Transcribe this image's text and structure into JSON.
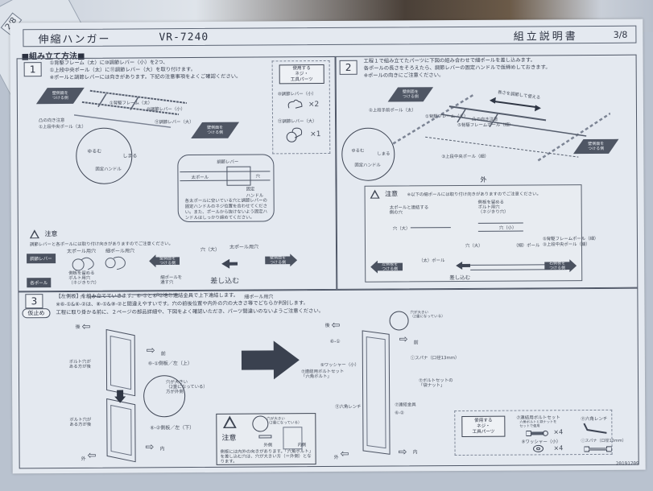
{
  "background": {
    "under_sheet_page": "2/8"
  },
  "header": {
    "product_name": "伸縮ハンガー",
    "model": "VR-7240",
    "doc_title": "組立説明書",
    "page": "3/8"
  },
  "section_title": "■組み立て方法■",
  "step1": {
    "number": "1",
    "instructions": [
      "①背駆フレーム（太）に⑩調節レバー（小）を2つ、",
      "①上段中央ポール（太）に⑪調節レバー（大）を取り付けます。",
      "※ポールと調節レバーには向きがあります。下記の注意事項をよくご確認ください。"
    ],
    "labels": {
      "wall_side_left": "壁側面を\nつける側",
      "wall_side_right": "壁側面を\nつける側",
      "frame": "①背駆フレーム（太）",
      "lever_small": "⑩調節レバー（小）",
      "lever_large": "⑪調節レバー（大）",
      "hole_note": "凸の向き注意",
      "center_pole": "①上段中央ポール（太）",
      "loosen": "ゆるむ",
      "tighten": "しまる",
      "handle": "固定ハンドル",
      "lever_top": "調節レバー",
      "thick_pole": "太ポール",
      "hole": "穴",
      "fix_handle": "固定\nハンドル",
      "detail_note": "各太ポールに空いている穴と調節レバーの固定ハンドルのネジ位置を合わせてください。また、ポールから抜けないよう固定ハンドルはしっかり締めてください。"
    },
    "parts": {
      "box_label": "使用する\nネジ・\n工具パーツ",
      "items": [
        {
          "name": "⑩調節レバー（小）",
          "qty": "×2"
        },
        {
          "name": "⑪調節レバー（大）",
          "qty": "×1"
        }
      ]
    },
    "caution": {
      "title": "注意",
      "text": "調節レバーと各ポールには取り付け向きがありますのでご注意ください。",
      "lever_chip": "調節レバー",
      "pole_chip": "各ポール",
      "thick_hole": "太ポール用穴",
      "thin_hole": "細ポール用穴",
      "hole_large": "穴（大）",
      "hole_small": "穴（小）",
      "thick_pole_hole": "太ポール用穴",
      "thin_pole_hole": "細ポール用穴",
      "insert": "差し込む",
      "bolt_hole_note": "側板を留める\nボルト用穴\n（ネジきり穴）",
      "thin_through": "細ポールを\n通す穴",
      "left_arrow": "壁側面を\nつける側",
      "right_arrow": "壁側面を\nつける側"
    }
  },
  "step2": {
    "number": "2",
    "instructions": [
      "工程１で組み立てたパーツに下図の組み合わせで細ポールを差し込みます。",
      "各ポールの長さをそろえたら、調節レバーの固定ハンドルで仮締めしておきます。",
      "※ポールの向きにご注意ください。"
    ],
    "labels": {
      "adjust_length": "長さを調節して使える",
      "top_front_pole": "②上段手前ポール（太）",
      "back_frame": "①背駆フレーム（太）",
      "back_frame_pole": "⑤背駆フレームポール（細）",
      "center_pole_thin": "③上段中央ポール（細）",
      "note_dir": "凸の向き注意",
      "loosen": "ゆるむ",
      "tighten": "しまる",
      "handle": "固定ハンドル",
      "outside": "外",
      "wall_left": "壁側面を\nつける側",
      "wall_right": "壁側面を\nつける側"
    },
    "caution": {
      "title": "注意",
      "text": "※以下の細ポールには取り付け向きがありますのでご注意ください。",
      "connect_hole": "太ポールと連結する\n側の穴",
      "bolt_hole": "側板を留める\nボルト用穴\n（ネジきり穴）",
      "hole_large": "穴（大）",
      "hole_small": "穴（小）",
      "hole_large2": "穴（大）",
      "thin_pole": "（細）ポール",
      "thick_pole": "（太）ポール",
      "pole_list": "⑤背駆フレームポール（細）\n③上段中央ポール（細）",
      "insert": "差し込む",
      "left_arrow": "左側板を\nつける側",
      "right_arrow": "右側板を\nつける側"
    }
  },
  "step3": {
    "number": "3",
    "tag": "仮止め",
    "instructions": [
      "【左側板】を組み立てていきます。⑥-①と⑥-②を⑦連結金具で上下連結します。",
      "※⑥-①&⑥-②は、⑧-①&⑧-②と間違えやすいです。穴の前後位置や内外の穴の大きさ等でどちらか判別します。",
      "工程に取り掛かる前に、２ページの部品詳細や、下図をよく確認いただき、パーツ間違いのないようご注意ください。"
    ],
    "left_diagram": {
      "back": "後",
      "front": "前",
      "inside": "内",
      "outside": "外",
      "upper_panel": "⑥-①側板／左（上）",
      "lower_panel": "⑥-②側板／左（下）",
      "bolt_back_top": "ボルト穴が\nある方が後",
      "bolt_back_bottom": "ボルト穴が\nある方が後",
      "big_hole_outer": "穴が大きい\n（2重になっている）\n方が外側"
    },
    "caution": {
      "title": "注意",
      "zoom_note": "穴が大きい\n（2重になっている）",
      "outer": "外側",
      "inner": "内側",
      "text": "側板には内外の向きがあります。「六角ボルト」を差し込む穴は、穴が大きい方（＝外側）となります。"
    },
    "right_diagram": {
      "back": "後",
      "front": "前",
      "inside": "内",
      "outside": "外",
      "panel": "⑥-①",
      "panel_lower": "⑥-②",
      "washer": "⑨ワッシャー（小）",
      "bolt_set": "⑦連結用ボルトセット\n「六角ボルト」",
      "nut_set": "⑦ボルトセットの\n「袋ナット」",
      "spanner": "ⓘスパナ（口径13mm）",
      "hex_wrench": "⑪六角レンチ",
      "connector": "⑦連結金具",
      "zoom_note": "穴が大きい\n（2重になっている）"
    },
    "parts": {
      "box_label": "使用する\nネジ・\n工具パーツ",
      "items": [
        {
          "name": "⑦連結用ボルトセット",
          "sub": "六角ボルトと袋ナットを\nセットで使用",
          "qty": "×4"
        },
        {
          "name": "⑪六角レンチ",
          "qty": ""
        },
        {
          "name": "⑨ワッシャー（小）",
          "qty": "×4"
        },
        {
          "name": "ⓘスパナ（口径13mm）",
          "qty": ""
        }
      ]
    }
  },
  "footer": {
    "code": "20191709"
  }
}
